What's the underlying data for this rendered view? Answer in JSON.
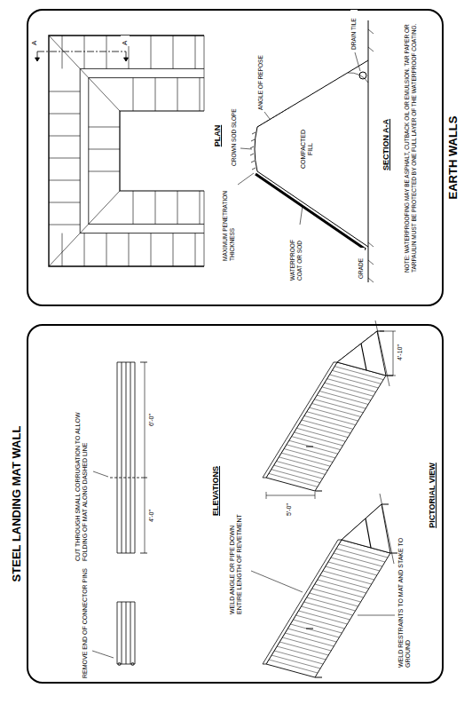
{
  "diagram": {
    "nodes": [
      {
        "text": [
          "STEEL LANDING MAT WALL"
        ]
      },
      {
        "text": [
          "EARTH WALLS"
        ]
      }
    ],
    "labels": [
      "ELEVATIONS",
      "PICTORIAL VIEW",
      "REMOVE END OF CONNECTOR PINS",
      "CUT THROUGH SMALL CORRUGATION TO ALLOW FOLDING OF MAT ALONG DASHED LINE",
      "4'-0\"",
      "6'-0\"",
      "WELD ANGLE OR PIPE DOWN ENTIRE LENGTH OF REVETMENT",
      "WELD RESTRAINTS TO MAT AND STAKE TO GROUND",
      "5'-0\"",
      "4'-10\"",
      "A",
      "A",
      "PLAN",
      "MAXIMUM PENETRATION THICKNESS",
      "CROWN SOD SLOPE",
      "ANGLE OF REPOSE",
      "COMPACTED FILL",
      "WATERPROOF COAT OR SOD",
      "DRAIN TILE",
      "GRADE",
      "SECTION A-A",
      "NOTE: WATERPROOFING MAY BE ASPHALT, CUTBACK OIL OR EMULSION. TAR PAPER OR TARPAULIN MUST BE PROTECTED BY ONE FULL LAYER OF THE WATERPROOF COATING."
    ]
  }
}
